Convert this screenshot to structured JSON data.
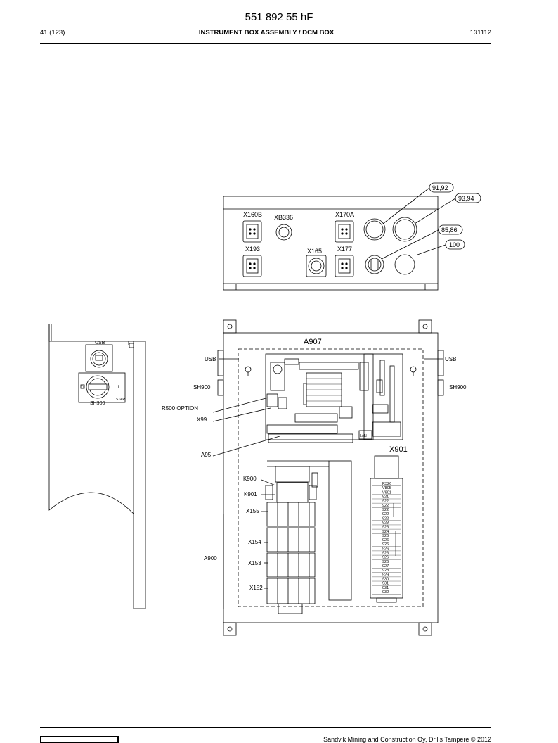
{
  "header": {
    "doc_number": "551 892 55 hF",
    "page": "41 (123)",
    "title": "INSTRUMENT BOX ASSEMBLY / DCM BOX",
    "date": "131112"
  },
  "footer": {
    "text": "Sandvik Mining and Construction Oy, Drills Tampere © 2012"
  },
  "top_view": {
    "connectors": [
      "X160B",
      "XB336",
      "X170A",
      "X193",
      "X165",
      "X177"
    ],
    "callouts": [
      "91,92",
      "93,94",
      "85,86",
      "100"
    ]
  },
  "side_panel": {
    "usb": "USB",
    "start": "START",
    "sh900": "SH900",
    "off": "0",
    "on": "1"
  },
  "box_labels": {
    "a907": "A907",
    "usb_left": "USB",
    "usb_right": "USB",
    "sh900_left": "SH900",
    "sh900_right": "SH900",
    "r500": "R500 OPTION",
    "x99": "X99",
    "a95": "A95",
    "x901": "X901",
    "k900": "K900",
    "k901": "K901",
    "x155": "X155",
    "x154": "X154",
    "x153": "X153",
    "x152": "X152",
    "a900": "A900",
    "lan": "LAN"
  },
  "terminal_labels": [
    "R326",
    "V805",
    "V901",
    "921",
    "922",
    "922",
    "922",
    "922",
    "922",
    "923",
    "923",
    "924",
    "926",
    "926",
    "926",
    "926",
    "926",
    "926",
    "926",
    "927",
    "928",
    "929",
    "930",
    "931",
    "931",
    "932"
  ]
}
